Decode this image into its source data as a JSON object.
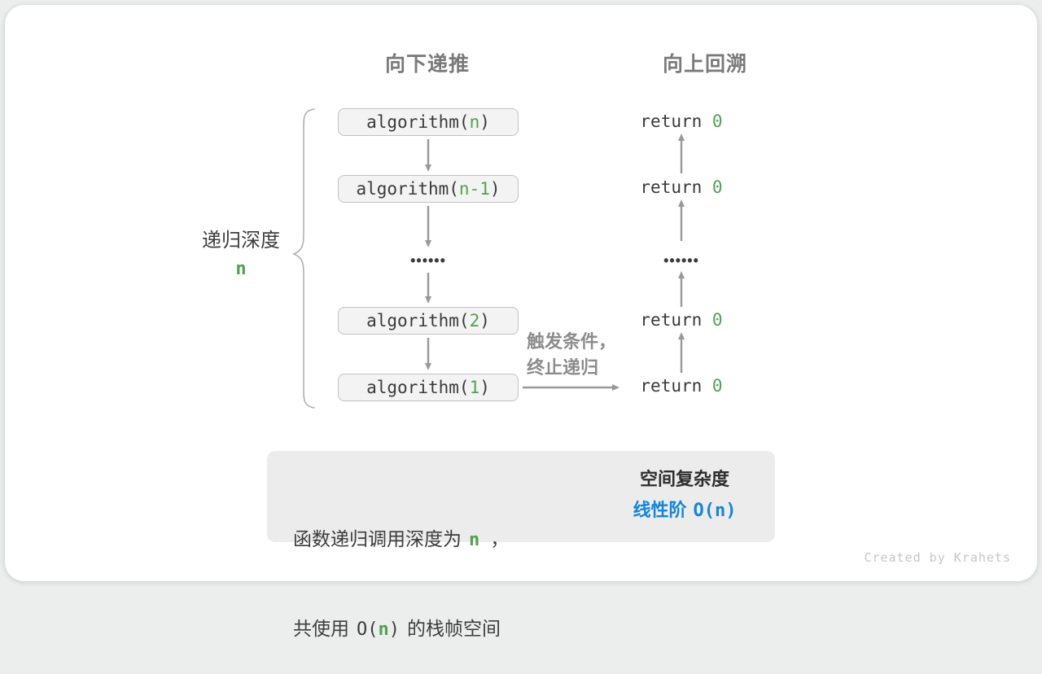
{
  "colors": {
    "green": "#52a152",
    "blue": "#1585d5",
    "gray_heading": "#7a7a7a",
    "code_text": "#3a3a3a",
    "arrow": "#999999",
    "label_gray": "#8c8c8c"
  },
  "headers": {
    "recurse": "向下递推",
    "backtrack": "向上回溯"
  },
  "depth_brace": {
    "label": "递归深度",
    "value": "n"
  },
  "recurse_column": {
    "ellipsis": "••••••",
    "boxes": [
      {
        "prefix": "algorithm(",
        "param": "n",
        "suffix": ")"
      },
      {
        "prefix": "algorithm(",
        "param": "n-1",
        "suffix": ")"
      },
      {
        "prefix": "algorithm(",
        "param": "2",
        "suffix": ")"
      },
      {
        "prefix": "algorithm(",
        "param": "1",
        "suffix": ")"
      }
    ]
  },
  "backtrack_column": {
    "ellipsis": "••••••",
    "returns": [
      {
        "keyword": "return ",
        "value": "0"
      },
      {
        "keyword": "return ",
        "value": "0"
      },
      {
        "keyword": "return ",
        "value": "0"
      },
      {
        "keyword": "return ",
        "value": "0"
      }
    ]
  },
  "base_case": {
    "line1": "触发条件，",
    "line2": "终止递归"
  },
  "summary": {
    "line1_pre": "函数递归调用深度为",
    "line1_param": "n",
    "line1_post": "，",
    "line2_pre": "共使用",
    "line2_code_open": "O(",
    "line2_param": "n",
    "line2_code_close": ")",
    "line2_post": "的栈帧空间",
    "result_title": "空间复杂度",
    "result_zh": "线性阶",
    "result_code": "O(n)"
  },
  "credit": "Created by Krahets"
}
